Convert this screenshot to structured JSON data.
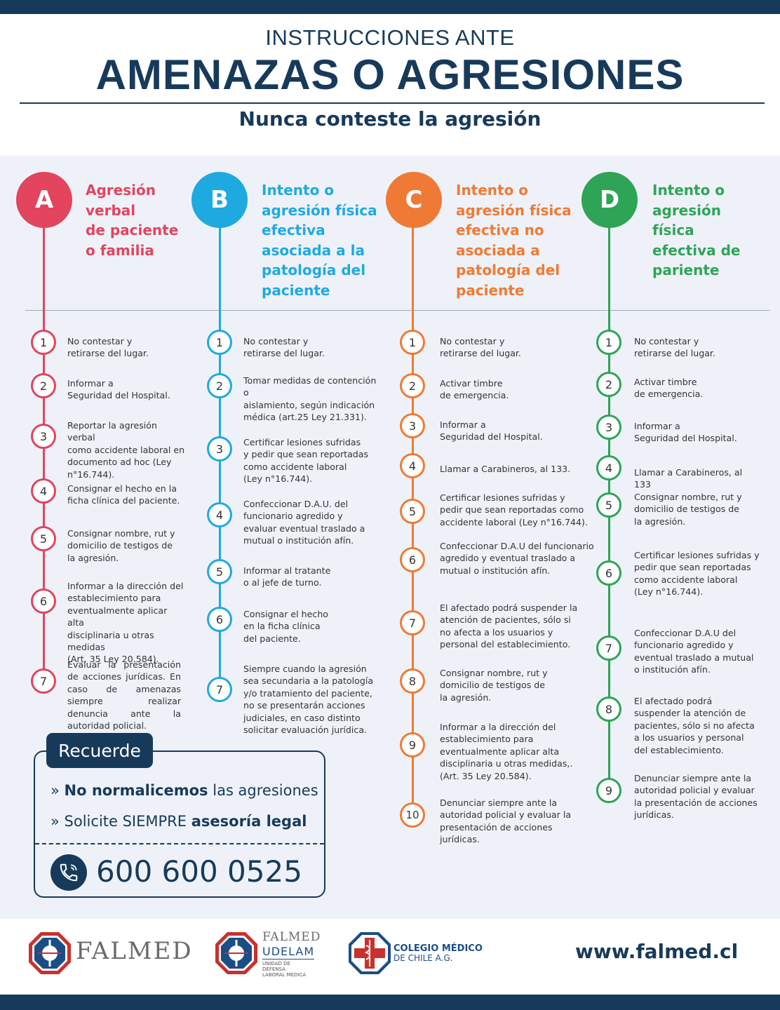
{
  "header": {
    "pre_title": "INSTRUCCIONES ANTE",
    "title": "AMENAZAS O AGRESIONES",
    "subtitle": "Nunca conteste la agresión"
  },
  "colors": {
    "A": "#e3445e",
    "B": "#1fa9e1",
    "C": "#ef7a35",
    "D": "#2ea457",
    "navy": "#183a5a"
  },
  "columns": [
    {
      "letter": "A",
      "title": "Agresión\nverbal\nde paciente\no familia",
      "steps": [
        {
          "n": "1",
          "text": "No contestar y\nretirarse del lugar."
        },
        {
          "n": "2",
          "text": "Informar a\nSeguridad del Hospital."
        },
        {
          "n": "3",
          "text": "Reportar la agresión verbal\ncomo accidente laboral en\ndocumento ad hoc (Ley\nn°16.744)."
        },
        {
          "n": "4",
          "text": "Consignar el hecho en la\nficha clínica del paciente."
        },
        {
          "n": "5",
          "text": "Consignar nombre, rut y\ndomicilio de testigos de\nla agresión."
        },
        {
          "n": "6",
          "text": "Informar a la dirección del\nestablecimiento para\neventualmente aplicar alta\ndisciplinaria u otras medidas\n(Art. 35 Ley 20.584)."
        },
        {
          "n": "7",
          "text": "Evaluar la presentación de acciones jurídicas. En caso de amenazas siempre realizar denuncia ante la autoridad policial."
        }
      ]
    },
    {
      "letter": "B",
      "title": "Intento o\nagresión física\nefectiva\nasociada a la\npatología del\npaciente",
      "steps": [
        {
          "n": "1",
          "text": "No contestar y\nretirarse del lugar."
        },
        {
          "n": "2",
          "text": "Tomar medidas de contención o\naislamiento, según indicación\nmédica (art.25 Ley 21.331)."
        },
        {
          "n": "3",
          "text": "Certificar lesiones sufridas\ny pedir que sean reportadas\ncomo accidente laboral\n(Ley n°16.744)."
        },
        {
          "n": "4",
          "text": "Confeccionar D.A.U. del\nfuncionario agredido y\nevaluar eventual traslado a\nmutual o institución afín."
        },
        {
          "n": "5",
          "text": "Informar al tratante\no al jefe de turno."
        },
        {
          "n": "6",
          "text": "Consignar el hecho\nen la ficha clínica\ndel paciente."
        },
        {
          "n": "7",
          "text": "Siempre cuando la agresión\nsea secundaria a la patología\ny/o tratamiento del paciente,\nno se presentarán acciones\njudiciales, en caso distinto\nsolicitar evaluación jurídica."
        }
      ]
    },
    {
      "letter": "C",
      "title": "Intento o\nagresión física\nefectiva no\nasociada a\npatología del\npaciente",
      "steps": [
        {
          "n": "1",
          "text": "No contestar y\nretirarse del lugar."
        },
        {
          "n": "2",
          "text": "Activar timbre\nde emergencia."
        },
        {
          "n": "3",
          "text": "Informar a\nSeguridad del Hospital."
        },
        {
          "n": "4",
          "text": "Llamar a Carabineros, al 133."
        },
        {
          "n": "5",
          "text": "Certificar lesiones sufridas y\npedir que sean reportadas como\naccidente laboral (Ley n°16.744)."
        },
        {
          "n": "6",
          "text": "Confeccionar D.A.U del funcionario\nagredido y eventual traslado a\nmutual o institución afín."
        },
        {
          "n": "7",
          "text": "El afectado podrá suspender la\natención de pacientes, sólo si\nno afecta a los usuarios y\npersonal del establecimiento."
        },
        {
          "n": "8",
          "text": "Consignar nombre, rut y\ndomicilio de testigos de\nla agresión."
        },
        {
          "n": "9",
          "text": "Informar a la dirección del\nestablecimiento para\neventualmente aplicar alta\ndisciplinaria u otras medidas,.\n(Art. 35 Ley 20.584)."
        },
        {
          "n": "10",
          "text": "Denunciar siempre ante la\nautoridad policial y evaluar la\npresentación de acciones\njurídicas."
        }
      ]
    },
    {
      "letter": "D",
      "title": "Intento o\nagresión\nfísica\nefectiva de\npariente",
      "steps": [
        {
          "n": "1",
          "text": "No contestar y\nretirarse del lugar."
        },
        {
          "n": "2",
          "text": "Activar timbre\nde emergencia."
        },
        {
          "n": "3",
          "text": "Informar a\nSeguridad del Hospital."
        },
        {
          "n": "4",
          "text": "Llamar a Carabineros, al 133"
        },
        {
          "n": "5",
          "text": "Consignar nombre, rut y\ndomicilio de testigos de\nla agresión."
        },
        {
          "n": "6",
          "text": "Certificar lesiones sufridas y\npedir que sean reportadas\ncomo accidente laboral\n(Ley n°16.744)."
        },
        {
          "n": "7",
          "text": "Confeccionar D.A.U del\nfuncionario agredido y\neventual traslado a mutual\no institución afín."
        },
        {
          "n": "8",
          "text": "El afectado podrá\nsuspender la atención de\npacientes, sólo si no afecta\na los usuarios y personal\ndel establecimiento."
        },
        {
          "n": "9",
          "text": "Denunciar siempre ante la\nautoridad policial y evaluar\nla presentación de acciones\njurídicas."
        }
      ]
    }
  ],
  "recuerde": {
    "title": "Recuerde",
    "line1_bold": "No normalicemos",
    "line1_rest": "las agresiones",
    "line2_start": "Solicite SIEMPRE",
    "line2_bold": "asesoría legal",
    "bullet": "»",
    "phone": "600 600 0525",
    "phone_icon": "phone-icon"
  },
  "footer": {
    "logo1": "FALMED",
    "logo2_top": "FALMED",
    "logo2_mid": "UDELAM",
    "logo2_sub": "UNIDAD DE\nDEFENSA\nLABORAL MÉDICA",
    "logo3_line1": "COLEGIO MÉDICO",
    "logo3_line2": "DE CHILE A.G.",
    "website": "www.falmed.cl"
  }
}
